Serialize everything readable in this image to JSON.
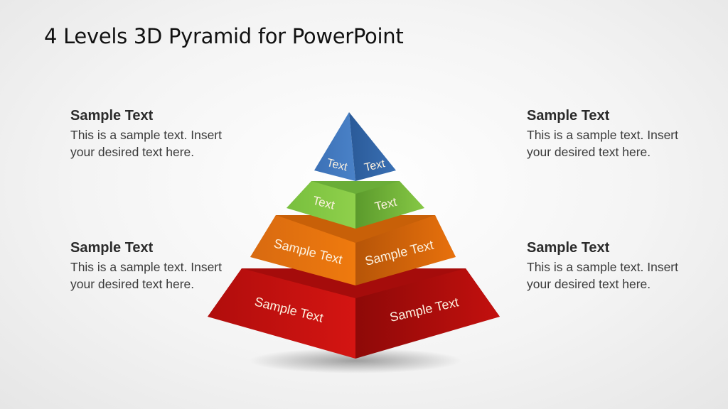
{
  "slide": {
    "title": "4 Levels 3D Pyramid for PowerPoint"
  },
  "text_blocks": {
    "top_left": {
      "heading": "Sample Text",
      "body": "This is a sample text. Insert your desired text here."
    },
    "bottom_left": {
      "heading": "Sample Text",
      "body": "This is a sample text. Insert your desired text here."
    },
    "top_right": {
      "heading": "Sample Text",
      "body": "This is a sample text. Insert your desired text here."
    },
    "bottom_right": {
      "heading": "Sample Text",
      "body": "This is a sample text. Insert your desired text here."
    }
  },
  "pyramid": {
    "levels": [
      {
        "name": "level-1-top",
        "color": "#3a6fb3",
        "left_label": "Text",
        "right_label": "Text"
      },
      {
        "name": "level-2",
        "color": "#7cc242",
        "left_label": "Text",
        "right_label": "Text"
      },
      {
        "name": "level-3",
        "color": "#e8700f",
        "left_label": "Sample Text",
        "right_label": "Sample Text"
      },
      {
        "name": "level-4-base",
        "color": "#c8100f",
        "left_label": "Sample Text",
        "right_label": "Sample Text"
      }
    ]
  }
}
